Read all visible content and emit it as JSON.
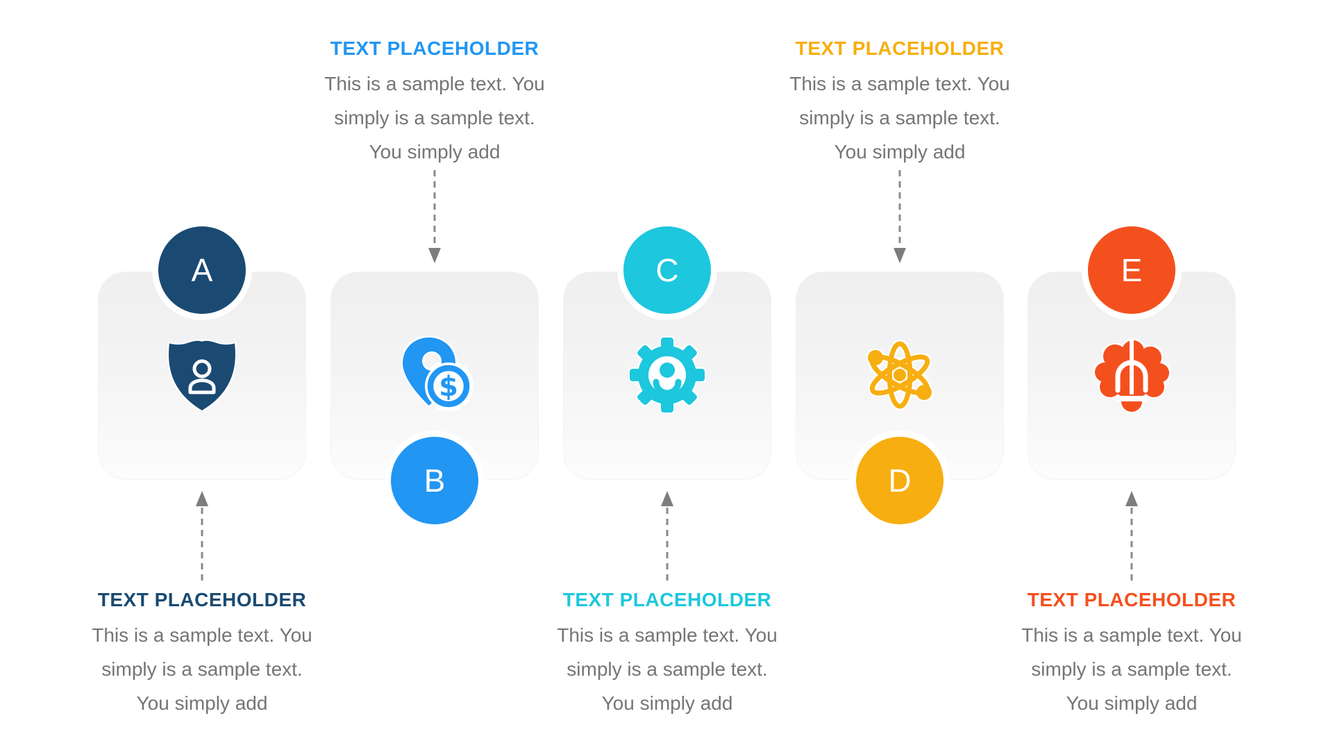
{
  "arrow": {
    "line_color": "#8a8a8a",
    "head_color": "#7d7d7d"
  },
  "text_color_body": "#757575",
  "columns": [
    {
      "letter": "A",
      "color": "#1A4A72",
      "icon": "shield-user",
      "badge_position": "top",
      "text_position": "bottom",
      "arrow_direction": "up",
      "title": "TEXT PLACEHOLDER",
      "body_lines": [
        "This is a sample text. You",
        "simply is a sample text.",
        "You simply add"
      ]
    },
    {
      "letter": "B",
      "color": "#2196F3",
      "icon": "location-dollar",
      "badge_position": "bottom",
      "text_position": "top",
      "arrow_direction": "down",
      "title": "TEXT PLACEHOLDER",
      "body_lines": [
        "This is a sample text. You",
        "simply is a sample text.",
        "You simply add"
      ]
    },
    {
      "letter": "C",
      "color": "#1DC7DD",
      "icon": "gear-user",
      "badge_position": "top",
      "text_position": "bottom",
      "arrow_direction": "up",
      "title": "TEXT PLACEHOLDER",
      "body_lines": [
        "This is a sample text. You",
        "simply is a sample text.",
        "You simply add"
      ]
    },
    {
      "letter": "D",
      "color": "#F7AE10",
      "icon": "atom",
      "badge_position": "bottom",
      "text_position": "top",
      "arrow_direction": "down",
      "title": "TEXT PLACEHOLDER",
      "body_lines": [
        "This is a sample text. You",
        "simply is a sample text.",
        "You simply add"
      ]
    },
    {
      "letter": "E",
      "color": "#F4501E",
      "icon": "brain-idea",
      "badge_position": "top",
      "text_position": "bottom",
      "arrow_direction": "up",
      "title": "TEXT PLACEHOLDER",
      "body_lines": [
        "This is a sample text. You",
        "simply is a sample text.",
        "You simply add"
      ]
    }
  ]
}
